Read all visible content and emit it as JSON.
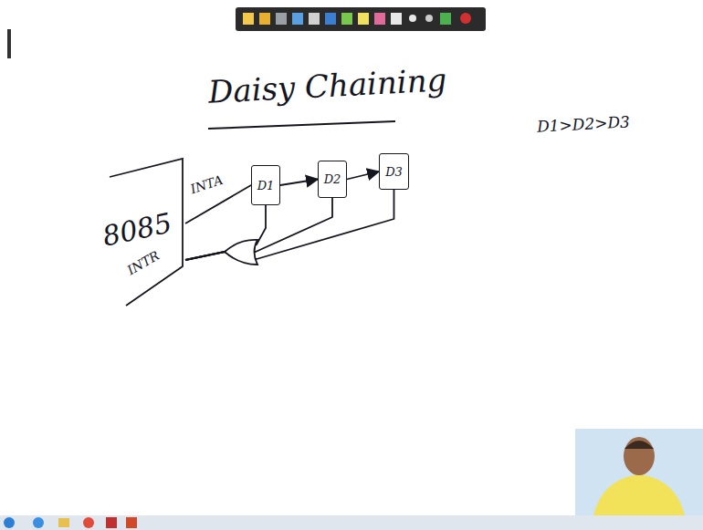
{
  "diagram": {
    "title": "Daisy Chaining",
    "nodes": [
      {
        "text": [
          "8085"
        ]
      },
      {
        "text": [
          "D1"
        ]
      },
      {
        "text": [
          "D2"
        ]
      },
      {
        "text": [
          "D3"
        ]
      }
    ],
    "edges": [
      {
        "from": 0,
        "to": 1,
        "arrow": "none"
      },
      {
        "from": 1,
        "to": 2,
        "arrow": "to"
      },
      {
        "from": 2,
        "to": 3,
        "arrow": "to"
      },
      {
        "from": 1,
        "to": 0,
        "arrow": "none"
      },
      {
        "from": 2,
        "to": 0,
        "arrow": "none"
      },
      {
        "from": 3,
        "to": 0,
        "arrow": "none"
      }
    ],
    "labels": [
      "D1>D2>D3",
      "INTA",
      "INTR"
    ]
  }
}
